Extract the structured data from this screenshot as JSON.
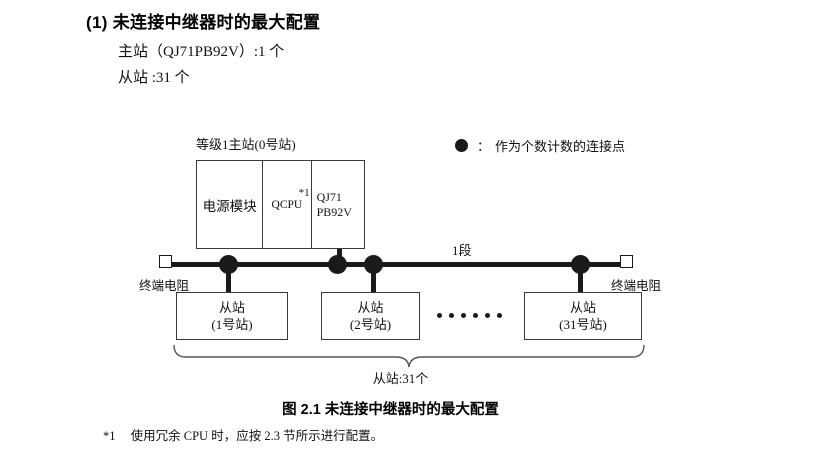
{
  "section": {
    "number": "(1)",
    "title": "未连接中继器时的最大配置",
    "line1": "主站（QJ71PB92V）:1 个",
    "line2": "从站 :31 个"
  },
  "legend": {
    "symbol": "filled-circle",
    "colon": "：",
    "text": "作为个数计数的连接点"
  },
  "diagram": {
    "master": {
      "label": "等级1主站(0号站)",
      "modules": [
        {
          "name": "电源模块"
        },
        {
          "name": "QCPU",
          "footnote_mark": "*1"
        },
        {
          "name_line1": "QJ71",
          "name_line2": "PB92V"
        }
      ]
    },
    "segment_label": "1段",
    "terminator_left": "终端电阻",
    "terminator_right": "终端电阻",
    "slaves": [
      {
        "line1": "从站",
        "line2": "(1号站)"
      },
      {
        "line1": "从站",
        "line2": "(2号站)"
      },
      {
        "line1": "从站",
        "line2": "(31号站)"
      }
    ],
    "ellipsis_count": 6,
    "brace_label": "从站:31个"
  },
  "caption": "图 2.1  未连接中继器时的最大配置",
  "footnote": {
    "mark": "*1",
    "text": "使用冗余 CPU 时，应按 2.3 节所示进行配置。"
  },
  "colors": {
    "ink": "#1a1a1a",
    "box_border": "#3a3a3a",
    "background": "#ffffff"
  }
}
